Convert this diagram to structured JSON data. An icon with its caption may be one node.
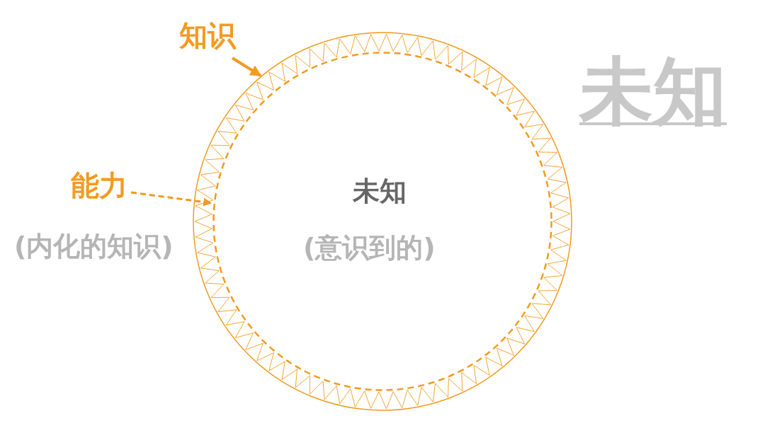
{
  "diagram": {
    "nodes": [
      {
        "text": [
          "知识"
        ]
      },
      {
        "text": [],
        "shape": "circle"
      },
      {
        "text": [
          "能力",
          "(内化的知识)"
        ]
      },
      {
        "text": [],
        "shape": "circle",
        "in": 1
      }
    ],
    "edges": [
      {
        "from": 0,
        "to": 1,
        "arrow": "to"
      },
      {
        "from": 2,
        "to": 3,
        "arrow": "to",
        "style": "dashed"
      }
    ],
    "labels": [
      "未知",
      "未知",
      "(意识到的)"
    ]
  }
}
